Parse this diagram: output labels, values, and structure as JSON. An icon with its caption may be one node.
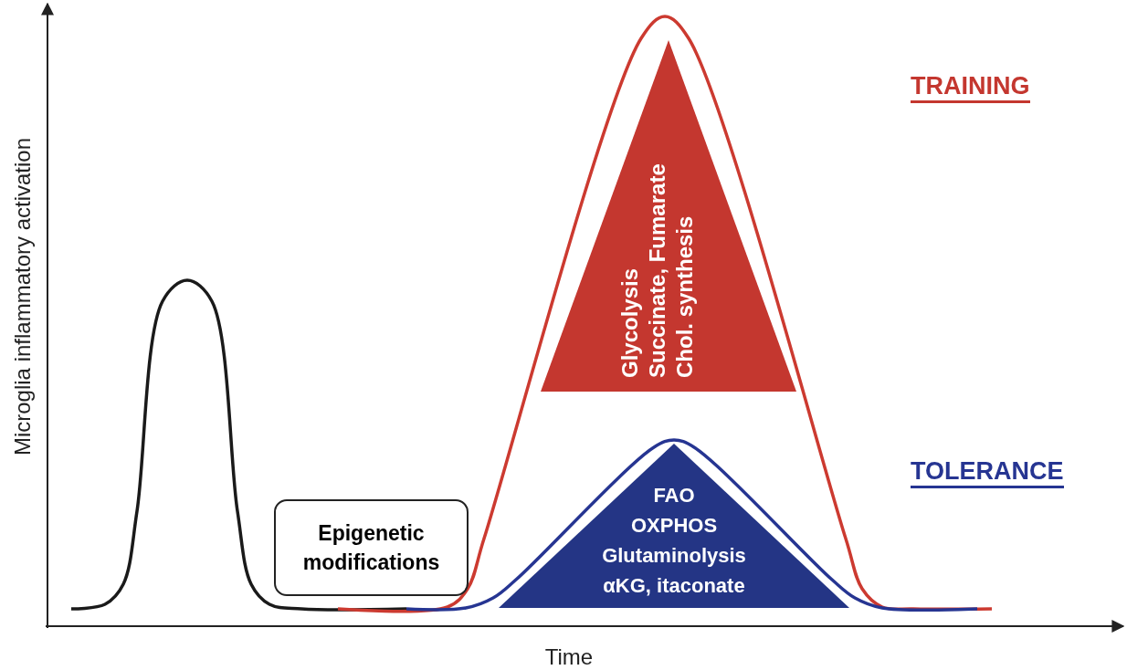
{
  "diagram": {
    "nodes": [
      {
        "text": [
          "Epigenetic modifications"
        ]
      },
      {
        "text": [
          "Glycolysis",
          "Succinate, Fumarate",
          "Chol. synthesis"
        ]
      },
      {
        "text": [
          "FAO",
          "OXPHOS",
          "Glutaminolysis",
          "αKG, itaconate"
        ]
      }
    ],
    "labels": [
      "Microglia inflammatory activation",
      "TRAINING",
      "TOLERANCE",
      "Time"
    ]
  }
}
